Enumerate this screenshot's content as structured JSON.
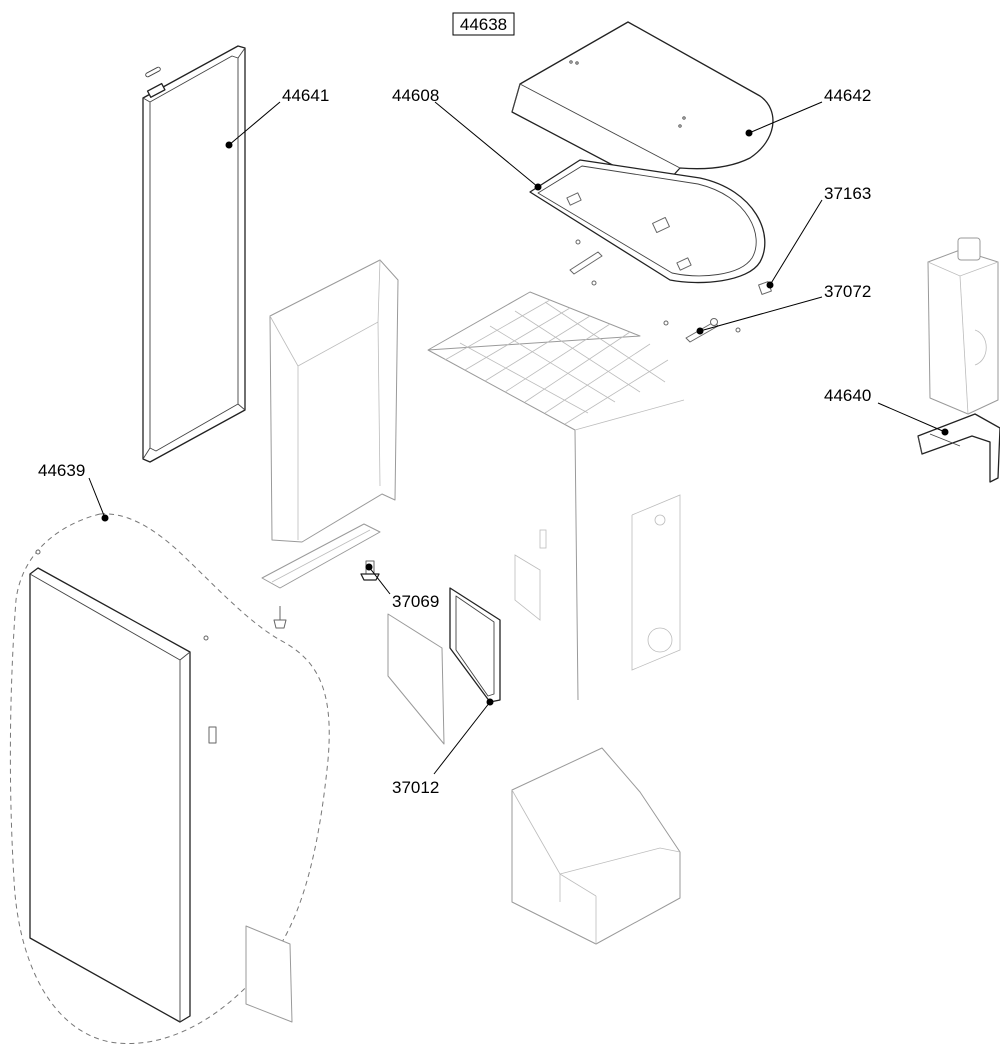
{
  "diagram": {
    "assembly_label": "44638",
    "callouts": [
      {
        "id": "44641",
        "label": "44641"
      },
      {
        "id": "44608",
        "label": "44608"
      },
      {
        "id": "44642",
        "label": "44642"
      },
      {
        "id": "37163",
        "label": "37163"
      },
      {
        "id": "37072",
        "label": "37072"
      },
      {
        "id": "44640",
        "label": "44640"
      },
      {
        "id": "44639",
        "label": "44639"
      },
      {
        "id": "37069",
        "label": "37069"
      },
      {
        "id": "37012",
        "label": "37012"
      }
    ]
  }
}
